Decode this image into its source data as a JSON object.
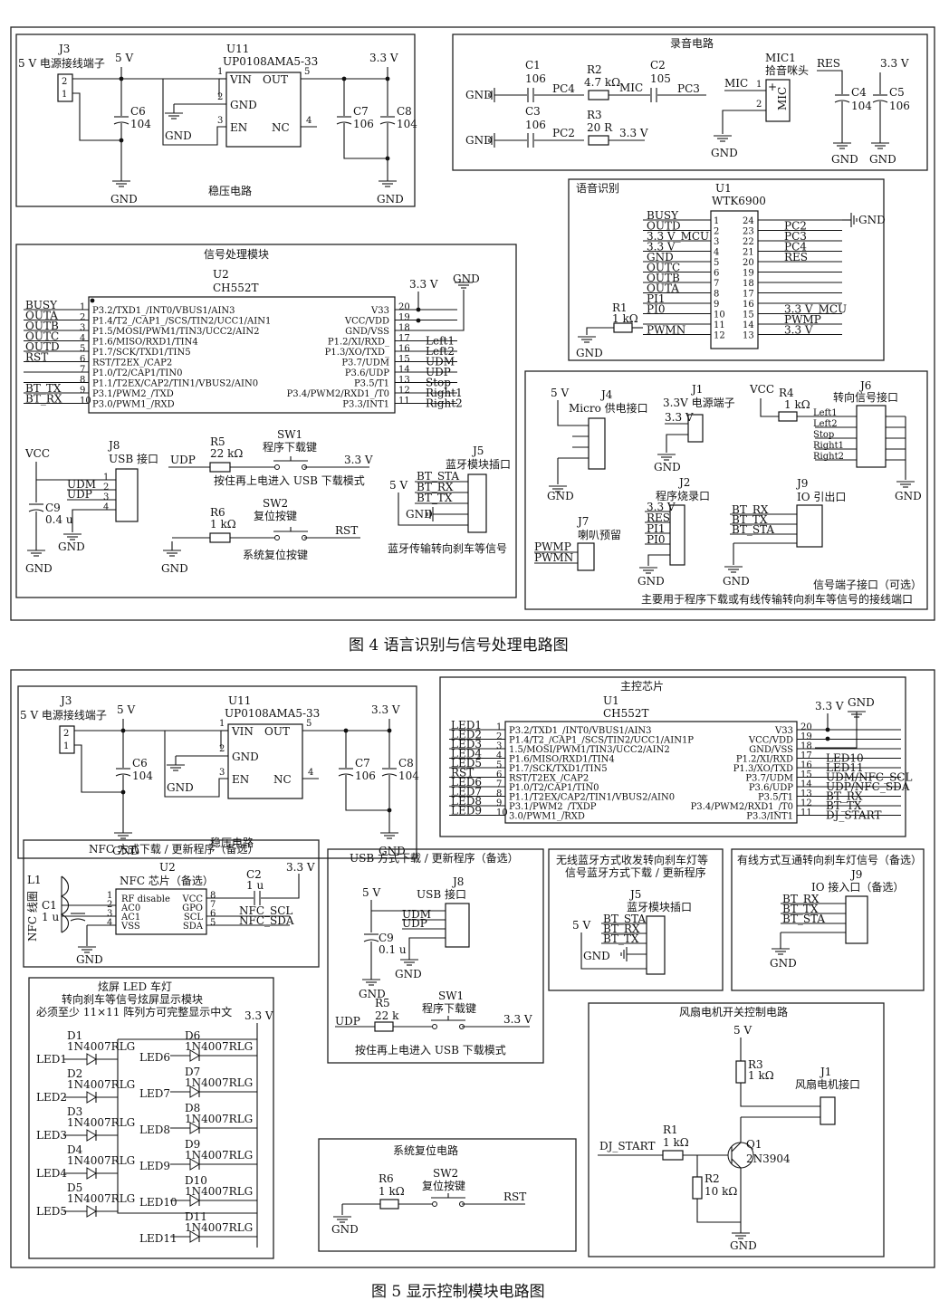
{
  "fig4": {
    "caption": "图 4   语言识别与信号处理电路图",
    "reg": {
      "title": "稳压电路",
      "j3_ref": "J3",
      "j3_name": "5 V 电源接线端子",
      "pin1": "1",
      "pin2": "2",
      "v5": "5 V",
      "c6": "C6",
      "c6v": "104",
      "u11": "U11",
      "u11_part": "UP0108AMA5-33",
      "vin": "VIN",
      "out": "OUT",
      "gnd_pin": "GND",
      "en": "EN",
      "nc": "NC",
      "p1": "1",
      "p2": "2",
      "p3": "3",
      "p4": "4",
      "p5": "5",
      "v33": "3.3 V",
      "c7": "C7",
      "c7v": "106",
      "c8": "C8",
      "c8v": "104",
      "gnd": "GND"
    },
    "rec": {
      "title": "录音电路",
      "c1": "C1",
      "c1v": "106",
      "pc4": "PC4",
      "r2": "R2",
      "r2v": "4.7 kΩ",
      "mic": "MIC",
      "c2": "C2",
      "c2v": "105",
      "pc3": "PC3",
      "mic1": "MIC1",
      "mic1_name": "拾音咪头",
      "mic_sym": "MIC",
      "res": "RES",
      "c4": "C4",
      "c4v": "104",
      "v33": "3.3 V",
      "c5": "C5",
      "c5v": "106",
      "c3": "C3",
      "c3v": "106",
      "pc2": "PC2",
      "r3": "R3",
      "r3v": "20 R",
      "gnd": "GND",
      "plus": "+"
    },
    "sig": {
      "title": "信号处理模块",
      "u2": "U2",
      "u2_part": "CH552T",
      "left_nets": [
        "BUSY",
        "OUTA",
        "OUTB",
        "OUTC",
        "OUTD",
        "RST",
        "",
        "",
        "BT_TX",
        "BT_RX"
      ],
      "left_pins": [
        "P3.2/TXD1_/INT0/VBUS1/AIN3",
        "P1.4/T2_/CAP1_/SCS/TIN2/UCC1/AIN1",
        "P1.5/MOSI/PWM1/TIN3/UCC2/AIN2",
        "P1.6/MISO/RXD1/TIN4",
        "P1.7/SCK/TXD1/TIN5",
        "RST/T2EX_/CAP2",
        "P1.0/T2/CAP1/TIN0",
        "P1.1/T2EX/CAP2/TIN1/VBUS2/AIN0",
        "P3.1/PWM2_/TXD",
        "P3.0/PWM1_/RXD"
      ],
      "right_pins": [
        "V33",
        "VCC/VDD",
        "GND/VSS",
        "P1.2/XI/RXD_",
        "P1.3/XO/TXD_",
        "P3.7/UDM",
        "P3.6/UDP",
        "P3.5/T1",
        "P3.4/PWM2/RXD1_/T0",
        "P3.3/INT1"
      ],
      "right_nets": [
        "",
        "",
        "",
        "Left1",
        "Left2",
        "UDM",
        "UDP",
        "Stop",
        "Right1",
        "Right2"
      ],
      "v33": "3.3 V",
      "gnd": "GND",
      "vcc": "VCC",
      "c9": "C9",
      "c9v": "0.4 u",
      "j8": "J8",
      "j8_name": "USB 接口",
      "udm": "UDM",
      "udp": "UDP",
      "r5": "R5",
      "r5v": "22 kΩ",
      "sw1": "SW1",
      "sw1_name": "程序下载键",
      "sw1_note": "按住再上电进入 USB 下载模式",
      "r6": "R6",
      "r6v": "1 kΩ",
      "sw2": "SW2",
      "sw2_name": "复位按键",
      "sw2_note": "系统复位按键",
      "rst": "RST",
      "j5": "J5",
      "j5_name": "蓝牙模块插口",
      "v5": "5 V",
      "bt_sta": "BT_STA",
      "bt_rx": "BT_RX",
      "bt_tx": "BT_TX",
      "j5_note": "蓝牙传输转向刹车等信号"
    },
    "voice": {
      "title": "语音识别",
      "u1": "U1",
      "u1_part": "WTK6900",
      "left_nets": [
        "BUSY",
        "OUTD",
        "3.3 V_MCU",
        "3.3 V",
        "GND",
        "OUTC",
        "OUTB",
        "OUTA",
        "PI1",
        "PI0",
        "",
        "PWMN"
      ],
      "right_nets": [
        "",
        "PC2",
        "PC3",
        "PC4",
        "RES",
        "",
        "",
        "",
        "",
        "3.3 V_MCU",
        "PWMP",
        "3.3 V"
      ],
      "r1": "R1",
      "r1v": "1 kΩ",
      "gnd": "GND"
    },
    "conn": {
      "v5": "5 V",
      "j4": "J4",
      "j4_name": "Micro 供电接口",
      "j1": "J1",
      "j1_name": "3.3V 电源端子",
      "v33": "3.3 V",
      "vcc": "VCC",
      "r4": "R4",
      "r4v": "1 kΩ",
      "j6": "J6",
      "j6_name": "转向信号接口",
      "j6_nets": [
        "Left1",
        "Left2",
        "Stop",
        "Right1",
        "Right2"
      ],
      "j2": "J2",
      "j2_name": "程序烧录口",
      "j2_nets": [
        "3.3 V",
        "RES",
        "PI1",
        "PI0"
      ],
      "j7": "J7",
      "j7_name": "喇叭预留",
      "pwmp": "PWMP",
      "pwmn": "PWMN",
      "j9": "J9",
      "j9_name": "IO 引出口",
      "j9_nets": [
        "BT_RX",
        "BT_TX",
        "BT_STA"
      ],
      "note1": "信号端子接口（可选）",
      "note2": "主要用于程序下载或有线传输转向刹车等信号的接线端口",
      "gnd": "GND"
    }
  },
  "fig5": {
    "caption": "图 5   显示控制模块电路图",
    "reg": {
      "title": "稳压电路"
    },
    "main": {
      "title": "主控芯片",
      "u1": "U1",
      "u1_part": "CH552T",
      "left_nets": [
        "LED1",
        "LED2",
        "LED3",
        "LED4",
        "LED5",
        "RST",
        "LED6",
        "LED7",
        "LED8",
        "LED9"
      ],
      "left_pins": [
        "P3.2/TXD1_/INT0/VBUS1/AIN3",
        "P1.4/T2_/CAP1_/SCS/TIN2/UCC1/AIN1P",
        "1.5/MOSI/PWM1/TIN3/UCC2/AIN2",
        "P1.6/MISO/RXD1/TIN4",
        "P1.7/SCK/TXD1/TIN5",
        "RST/T2EX_/CAP2_",
        "P1.0/T2/CAP1/TIN0",
        "P1.1/T2EX/CAP2/TIN1/VBUS2/AIN0",
        "P3.1/PWM2_/TXDP",
        "3.0/PWM1_/RXD"
      ],
      "right_pins": [
        "V33",
        "VCC/VDD",
        "GND/VSS",
        "P1.2/XI/RXD",
        "P1.3/XO/TXD",
        "P3.7/UDM",
        "P3.6/UDP",
        "P3.5/T1",
        "P3.4/PWM2/RXD1_/T0",
        "P3.3/INT1"
      ],
      "right_nets": [
        "",
        "",
        "",
        "LED10",
        "LED11",
        "UDM/NFC_SCL",
        "UDP/NFC_SDA",
        "BT_RX",
        "BT_TX",
        "DJ_START"
      ],
      "v33": "3.3 V",
      "gnd": "GND"
    },
    "nfc": {
      "title": "NFC 方式下载 / 更新程序（备选）",
      "u2": "U2",
      "u2_name": "NFC 芯片（备选）",
      "l1": "L1",
      "coil": "NFC 线圈",
      "c1": "C1",
      "c1v": "1 u",
      "lpins": [
        "RF disable",
        "AC0",
        "AC1",
        "VSS"
      ],
      "rpins": [
        "VCC",
        "GPO",
        "SCL",
        "SDA"
      ],
      "c2": "C2",
      "c2v": "1 u",
      "v33": "3.3 V",
      "scl": "NFC_SCL",
      "sda": "NFC_SDA",
      "gnd": "GND"
    },
    "usb": {
      "title": "USB 方式下载 / 更新程序（备选）",
      "v5": "5 V",
      "j8": "J8",
      "j8_name": "USB 接口",
      "udm": "UDM",
      "udp": "UDP",
      "c9": "C9",
      "c9v": "0.1 u",
      "gnd": "GND",
      "r5": "R5",
      "r5v": "22 k",
      "sw1": "SW1",
      "sw1_name": "程序下载键",
      "udp_net": "UDP",
      "v33": "3.3 V",
      "note": "按住再上电进入 USB 下载模式"
    },
    "bt": {
      "title1": "无线蓝牙方式收发转向刹车灯等",
      "title2": "信号蓝牙方式下载 / 更新程序",
      "j5": "J5",
      "j5_name": "蓝牙模块插口",
      "v5": "5 V",
      "gnd": "GND",
      "nets": [
        "BT_STA",
        "BT_RX",
        "BT_TX"
      ]
    },
    "wired": {
      "title": "有线方式互通转向刹车灯信号（备选）",
      "j9": "J9",
      "j9_name": "IO 接入口（备选）",
      "nets": [
        "BT_RX",
        "BT_TX",
        "BT_STA"
      ],
      "gnd": "GND"
    },
    "led": {
      "title1": "炫屏 LED 车灯",
      "title2": "转向刹车等信号炫屏显示模块",
      "title3": "必须至少 11×11 阵列方可完整显示中文",
      "v33": "3.3 V",
      "part": "1N4007RLG",
      "left": [
        {
          "d": "D1",
          "led": "LED1"
        },
        {
          "d": "D2",
          "led": "LED2"
        },
        {
          "d": "D3",
          "led": "LED3"
        },
        {
          "d": "D4",
          "led": "LED4"
        },
        {
          "d": "D5",
          "led": "LED5"
        }
      ],
      "right": [
        {
          "d": "D6",
          "led": "LED6"
        },
        {
          "d": "D7",
          "led": "LED7"
        },
        {
          "d": "D8",
          "led": "LED8"
        },
        {
          "d": "D9",
          "led": "LED9"
        },
        {
          "d": "D10",
          "led": "LED10"
        },
        {
          "d": "D11",
          "led": "LED11"
        }
      ]
    },
    "reset": {
      "title": "系统复位电路",
      "r6": "R6",
      "r6v": "1 kΩ",
      "sw2": "SW2",
      "sw2_name": "复位按键",
      "rst": "RST",
      "gnd": "GND"
    },
    "fan": {
      "title": "风扇电机开关控制电路",
      "v5": "5 V",
      "r3": "R3",
      "r3v": "1 kΩ",
      "j1": "J1",
      "j1_name": "风扇电机接口",
      "dj": "DJ_START",
      "r1": "R1",
      "r1v": "1 kΩ",
      "q1": "Q1",
      "q1_part": "2N3904",
      "r2": "R2",
      "r2v": "10 kΩ",
      "gnd": "GND"
    }
  }
}
